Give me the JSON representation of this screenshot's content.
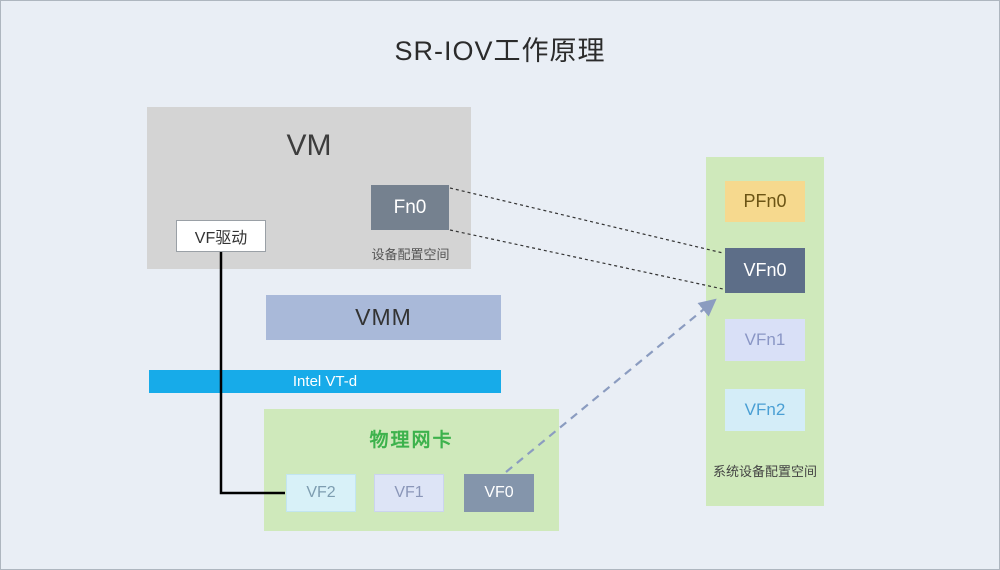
{
  "title": "SR-IOV工作原理",
  "vm": {
    "label": "VM",
    "vf_driver_label": "VF驱动",
    "fn0_label": "Fn0",
    "config_caption": "设备配置空间"
  },
  "vmm": {
    "label": "VMM"
  },
  "vtd": {
    "label": "Intel VT-d"
  },
  "nic": {
    "label": "物理网卡",
    "vf2_label": "VF2",
    "vf1_label": "VF1",
    "vf0_label": "VF0"
  },
  "system_panel": {
    "pfn0_label": "PFn0",
    "vfn0_label": "VFn0",
    "vfn1_label": "VFn1",
    "vfn2_label": "VFn2",
    "caption": "系统设备配置空间"
  },
  "colors": {
    "background": "#e9eef5",
    "vm_box": "#d4d4d4",
    "fn0_box": "#75818f",
    "vmm_box": "#a9b9d9",
    "vtd_bar": "#17abe9",
    "nic_box": "#cfe9bb",
    "nic_label": "#3db24c",
    "pfn0_box": "#f6d98e",
    "vfn0_box": "#5d6e88",
    "vfn1_box": "#d9e0f7",
    "vfn2_box": "#d4edf8",
    "vf0_box": "#8495ab",
    "vf1_box": "#dde4f6",
    "vf2_box": "#d8f1f8",
    "dashed_arrow": "#8b9cc0",
    "dotted_line": "#333333",
    "solid_line": "#000000"
  }
}
